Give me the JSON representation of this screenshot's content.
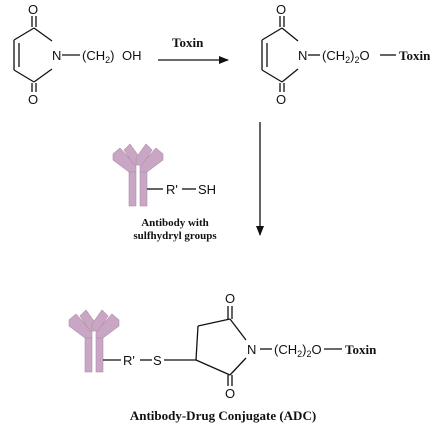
{
  "molecule_maleimide": {
    "o_top": "O",
    "o_bottom": "O",
    "n": "N",
    "linker_open": "(CH",
    "sub2": "2",
    "linker_close": ")",
    "oh": "OH"
  },
  "reaction1": {
    "reagent": "Toxin"
  },
  "molecule_maleimide_toxin": {
    "o_top": "O",
    "o_bottom": "O",
    "n": "N",
    "linker_open": "(CH",
    "sub2a": "2",
    "linker_close": ")",
    "sub2b": "2",
    "o": "O",
    "toxin": "Toxin"
  },
  "antibody_reagent": {
    "r_prime": "R'",
    "sh": "SH",
    "caption_line1": "Antibody with",
    "caption_line2": "sulfhydryl groups"
  },
  "adc": {
    "r_prime": "R'",
    "s": "S",
    "o_top": "O",
    "o_bottom": "O",
    "n": "N",
    "linker_open": "(CH",
    "sub2a": "2",
    "linker_close": ")",
    "sub2b": "2",
    "o": "O",
    "toxin": "Toxin",
    "caption": "Antibody-Drug Conjugate (ADC)"
  },
  "colors": {
    "antibody": "#c9a6c4",
    "line": "#111111"
  }
}
